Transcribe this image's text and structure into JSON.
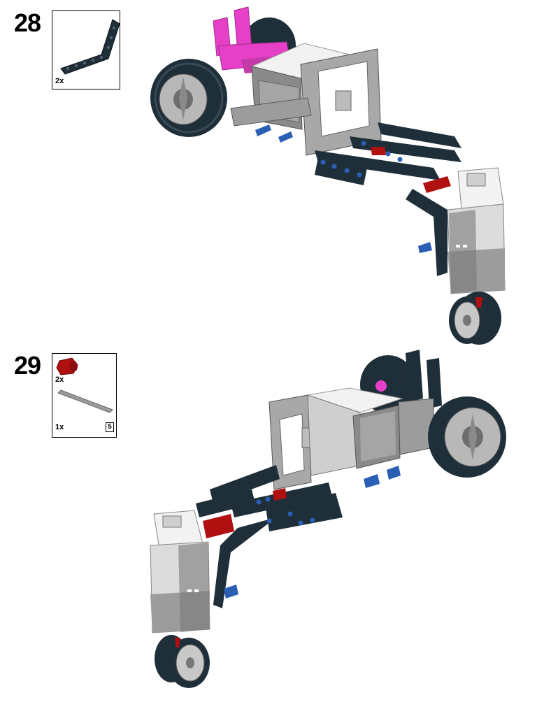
{
  "steps": [
    {
      "number": "28",
      "parts": [
        {
          "icon": "l-beam-icon",
          "qty": "2x"
        }
      ]
    },
    {
      "number": "29",
      "parts": [
        {
          "icon": "red-bushing-icon",
          "qty": "2x"
        },
        {
          "icon": "axle-icon",
          "qty": "1x",
          "length": "5"
        }
      ]
    }
  ],
  "colors": {
    "dark_beam": "#1f2f3a",
    "light_gray": "#9c9c9c",
    "mid_gray": "#7a7a7a",
    "white_part": "#f2f2f2",
    "magenta": "#e640c8",
    "red": "#b01010",
    "blue_pin": "#2b5fb4"
  }
}
